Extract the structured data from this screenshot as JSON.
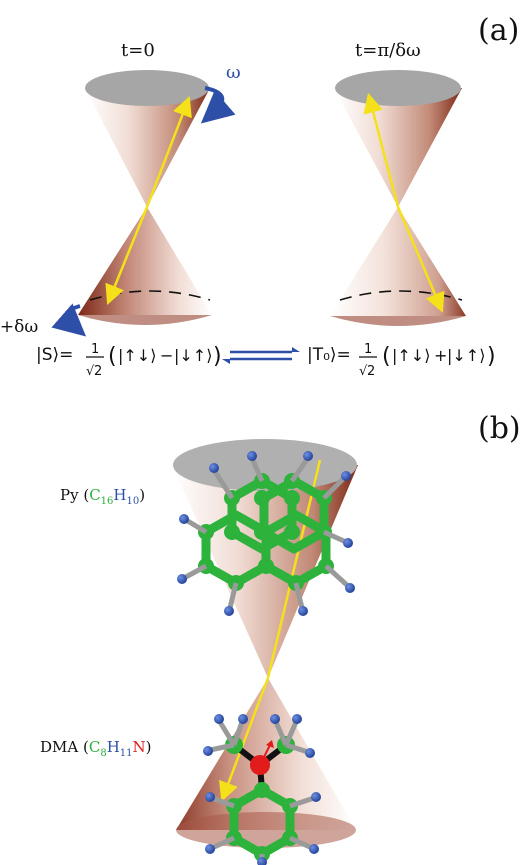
{
  "panel_a": {
    "label": "(a)",
    "left_title": "t=0",
    "right_title": "t=π/δω",
    "omega": "ω",
    "omega_delta": "ω+δω",
    "state_s": "|S⟩=",
    "state_t0": "|T₀⟩=",
    "frac_num": "1",
    "sqrt2": "2",
    "ud": "|↑↓⟩",
    "du": "|↓↑⟩",
    "minus": "−",
    "plus": "+"
  },
  "panel_b": {
    "label": "(b)",
    "py_name": "Py (",
    "py_c": "C",
    "py_c_sub": "16",
    "py_h": "H",
    "py_h_sub": "10",
    "py_close": ")",
    "dma_name": "DMA (",
    "dma_c": "C",
    "dma_c_sub": "8",
    "dma_h": "H",
    "dma_h_sub": "11",
    "dma_n": "N",
    "dma_close": ")"
  },
  "colors": {
    "carbon": "#2db23c",
    "hydrogen": "#2b4fa8",
    "nitrogen": "#e21b1b",
    "arrow": "#f4e11a",
    "rotation": "#2e4fa8"
  }
}
